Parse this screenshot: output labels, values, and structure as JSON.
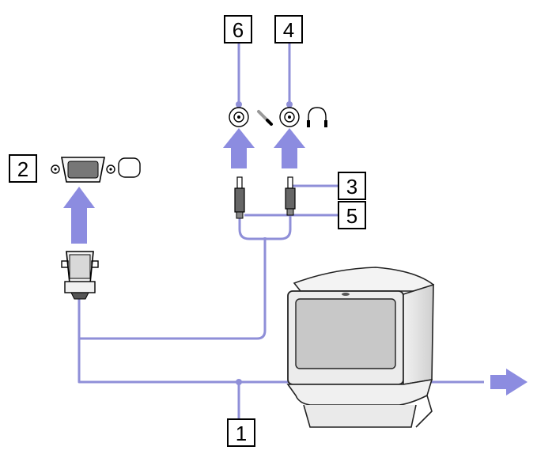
{
  "callouts": [
    {
      "id": "1",
      "label": "1"
    },
    {
      "id": "2",
      "label": "2"
    },
    {
      "id": "3",
      "label": "3"
    },
    {
      "id": "4",
      "label": "4"
    },
    {
      "id": "5",
      "label": "5"
    },
    {
      "id": "6",
      "label": "6"
    }
  ],
  "colors": {
    "cable": "#8f8fd8",
    "arrow": "#8c8ce0",
    "device_fill": "#e4e4e4",
    "device_stroke": "#222222",
    "screen": "#c8c8c8",
    "outline": "#000000"
  },
  "icons": [
    "vga-port-icon",
    "monitor-symbol-icon",
    "microphone-jack-icon",
    "microphone-icon",
    "headphone-jack-icon",
    "headphone-icon",
    "vga-plug-icon",
    "audio-plug-icon",
    "tv-monitor-icon",
    "up-arrow-icon",
    "right-arrow-icon"
  ]
}
